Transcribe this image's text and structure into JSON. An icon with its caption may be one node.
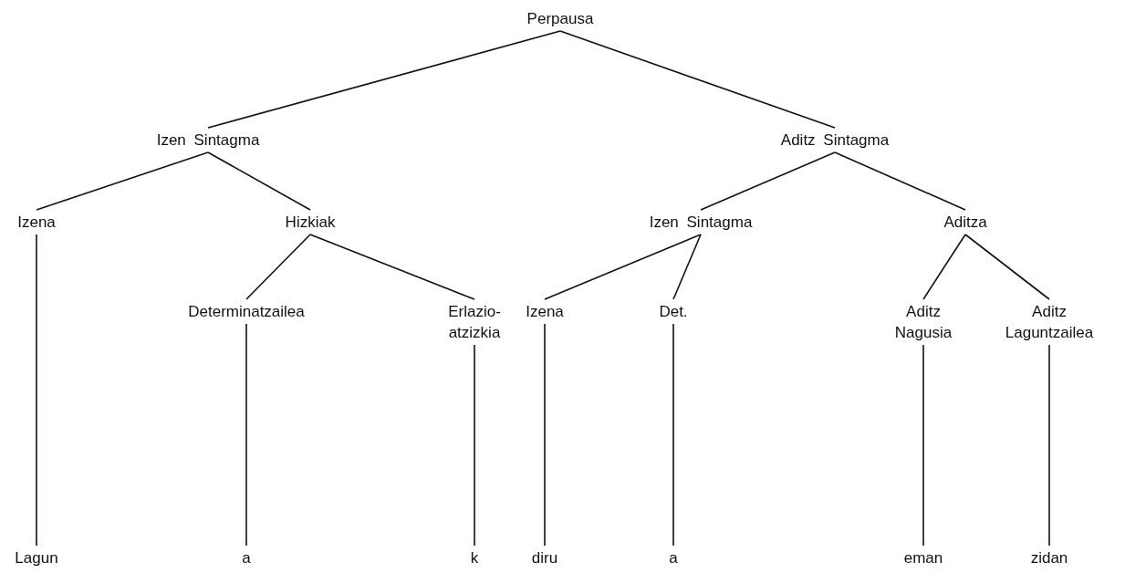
{
  "diagram": {
    "nodes": [
      {
        "text": [
          "Perpausa"
        ]
      },
      {
        "text": [
          "Izen Sintagma"
        ]
      },
      {
        "text": [
          "Aditz Sintagma"
        ]
      },
      {
        "text": [
          "Izena"
        ]
      },
      {
        "text": [
          "Hizkiak"
        ]
      },
      {
        "text": [
          "Izen Sintagma"
        ]
      },
      {
        "text": [
          "Aditza"
        ]
      },
      {
        "text": [
          "Determinatzailea"
        ]
      },
      {
        "text": [
          "Erlazio- atzizkia"
        ]
      },
      {
        "text": [
          "Izena"
        ]
      },
      {
        "text": [
          "Det."
        ]
      },
      {
        "text": [
          "Aditz Nagusia"
        ]
      },
      {
        "text": [
          "Aditz Laguntzailea"
        ]
      },
      {
        "text": [
          "Lagun"
        ]
      },
      {
        "text": [
          "a"
        ]
      },
      {
        "text": [
          "k"
        ]
      },
      {
        "text": [
          "diru"
        ]
      },
      {
        "text": [
          "a"
        ]
      },
      {
        "text": [
          "eman"
        ]
      },
      {
        "text": [
          "zidan"
        ]
      }
    ],
    "edges": [
      {
        "from": 0,
        "to": 1,
        "arrow": "none"
      },
      {
        "from": 0,
        "to": 2,
        "arrow": "none"
      },
      {
        "from": 1,
        "to": 3,
        "arrow": "none"
      },
      {
        "from": 1,
        "to": 4,
        "arrow": "none"
      },
      {
        "from": 2,
        "to": 5,
        "arrow": "none"
      },
      {
        "from": 2,
        "to": 6,
        "arrow": "none"
      },
      {
        "from": 4,
        "to": 7,
        "arrow": "none"
      },
      {
        "from": 4,
        "to": 8,
        "arrow": "none"
      },
      {
        "from": 5,
        "to": 9,
        "arrow": "none"
      },
      {
        "from": 5,
        "to": 10,
        "arrow": "none"
      },
      {
        "from": 6,
        "to": 11,
        "arrow": "none"
      },
      {
        "from": 6,
        "to": 12,
        "arrow": "none"
      },
      {
        "from": 3,
        "to": 13,
        "arrow": "none"
      },
      {
        "from": 7,
        "to": 14,
        "arrow": "none"
      },
      {
        "from": 8,
        "to": 15,
        "arrow": "none"
      },
      {
        "from": 9,
        "to": 16,
        "arrow": "none"
      },
      {
        "from": 10,
        "to": 17,
        "arrow": "none"
      },
      {
        "from": 11,
        "to": 18,
        "arrow": "none"
      },
      {
        "from": 12,
        "to": 19,
        "arrow": "none"
      }
    ]
  }
}
